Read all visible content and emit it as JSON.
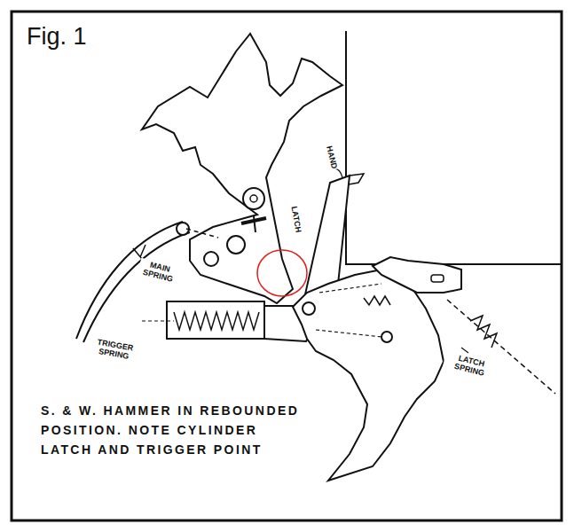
{
  "diagram": {
    "title": "Fig. 1",
    "caption": "S. & W. HAMMER IN REBOUNDED POSITION. NOTE CYLINDER LATCH AND TRIGGER POINT",
    "labels": [
      "MAIN SPRING",
      "TRIGGER SPRING",
      "LATCH SPRING",
      "HAND",
      "LATCH"
    ]
  }
}
